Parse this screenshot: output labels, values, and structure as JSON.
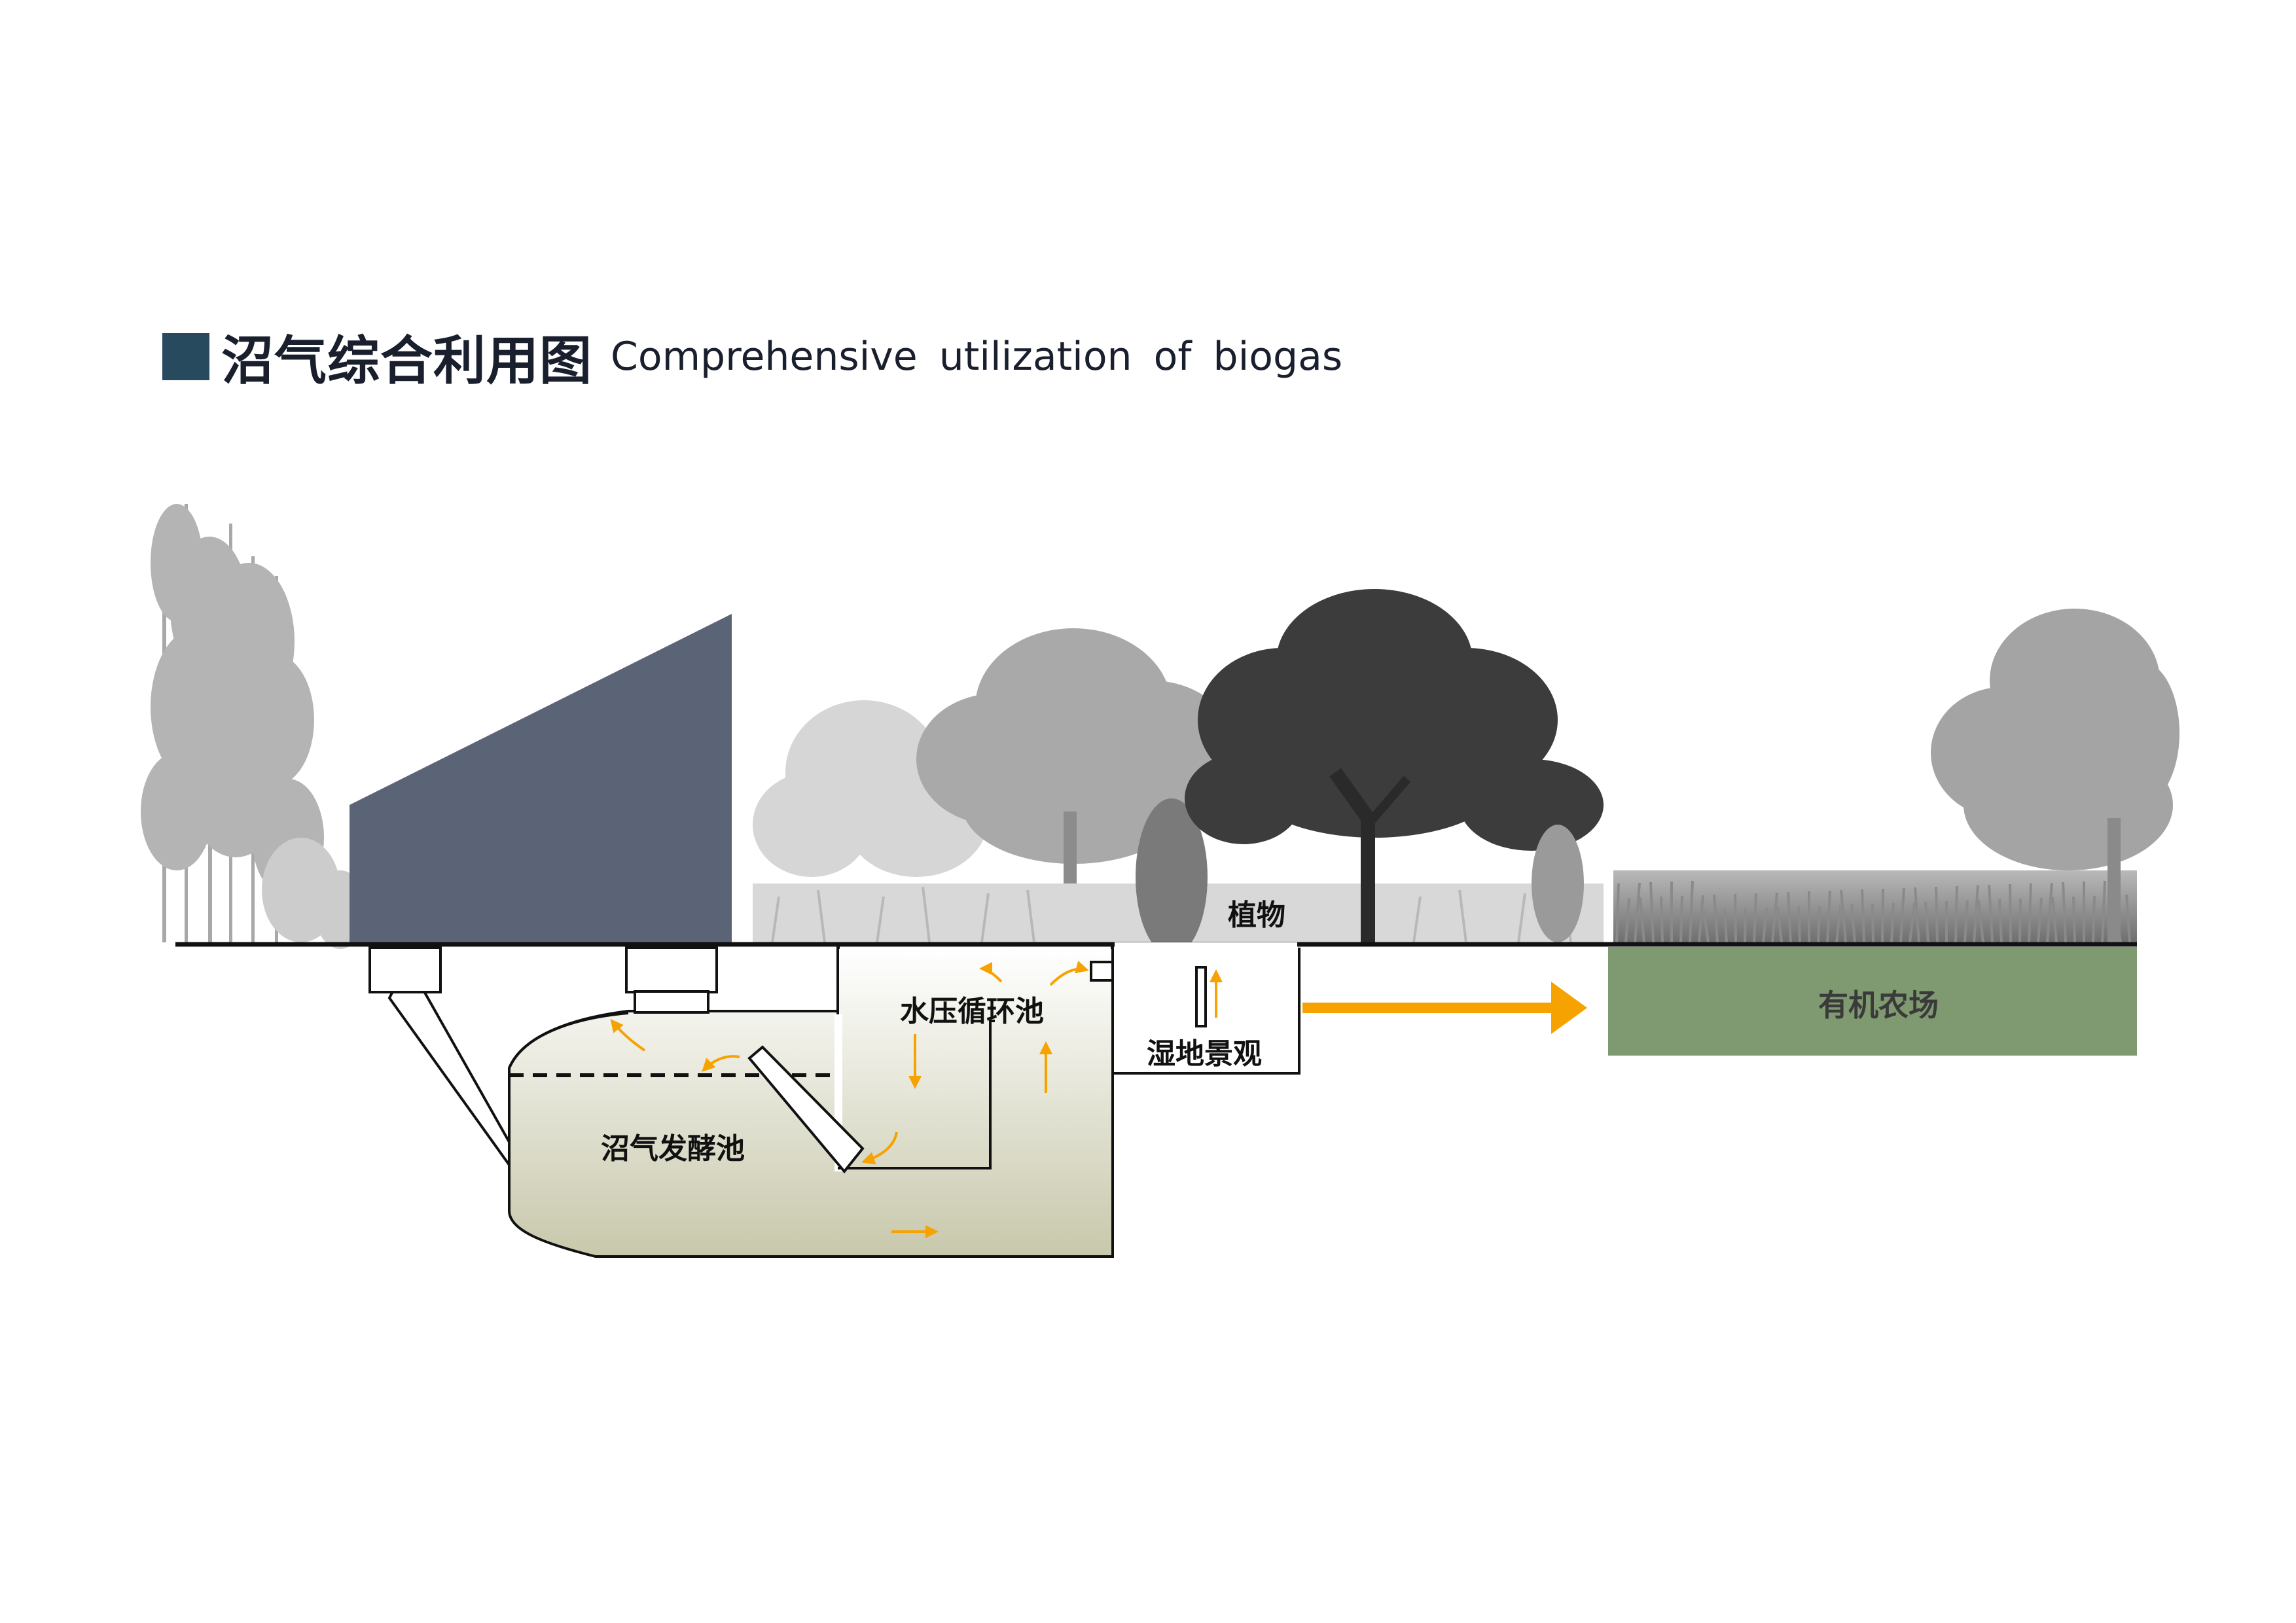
{
  "title": {
    "cn": "沼气综合利用图",
    "en": "Comprehensive  utilization  of biogas",
    "square_color": "#274a5f"
  },
  "labels": {
    "plants": "植物",
    "hydraulic_tank": "水压循环池",
    "wetland": "湿地景观",
    "digester": "沼气发酵池",
    "organic_farm": "有机农场"
  },
  "colors": {
    "building": "#5b6476",
    "farm": "#7f9a70",
    "flow_arrow": "#f6a200",
    "ground": "#111111",
    "tank_fill_top": "#ffffff",
    "tank_fill_bottom": "#c9c9ae"
  },
  "icons": [
    "flow-arrow-icon",
    "big-arrow-icon"
  ]
}
